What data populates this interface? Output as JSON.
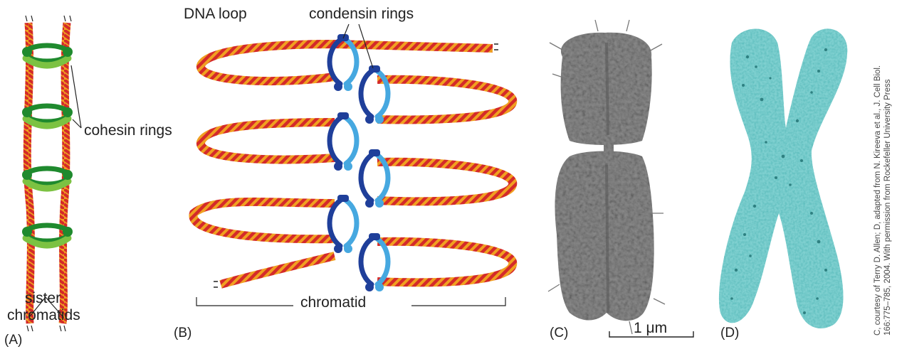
{
  "panels": {
    "a": {
      "label": "(A)",
      "cohesin_label": "cohesin rings",
      "sister_label_line1": "sister",
      "sister_label_line2": "chromatids"
    },
    "b": {
      "label": "(B)",
      "dna_loop_label": "DNA loop",
      "condensin_label": "condensin rings",
      "chromatid_label": "chromatid"
    },
    "c": {
      "label": "(C)",
      "scale_bar_label": "1 μm"
    },
    "d": {
      "label": "(D)"
    }
  },
  "credit": {
    "line1": "C, courtesy of Terry D. Allen; D, adapted from N. Kireeva et al., J. Cell Biol.",
    "line2": "166:775–785, 2004. With permission from Rockefeller University Press"
  },
  "colors": {
    "dna_red": "#d42a2a",
    "dna_orange": "#f0a020",
    "cohesin_dark": "#1f8a2e",
    "cohesin_light": "#7cc242",
    "condensin_dark": "#1f3f9a",
    "condensin_light": "#46a8e0",
    "chromosome_gray": "#8c8c8c",
    "chromosome_cyan": "#7fd0d0"
  }
}
